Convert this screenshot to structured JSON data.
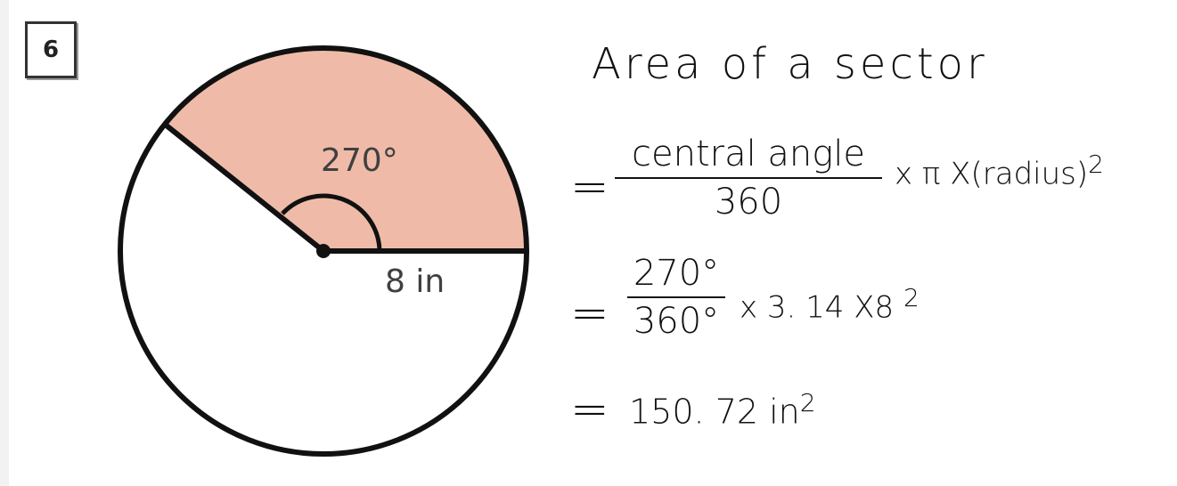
{
  "problem": {
    "number": "6"
  },
  "figure": {
    "angle_label": "270°",
    "radius_label": "8 in",
    "sector_color": "#efbba8",
    "stroke_color": "#111111"
  },
  "solution": {
    "title": "Area of a sector",
    "line1": {
      "eq": "=",
      "numerator": "central angle",
      "denominator": "360",
      "rest": "x π X(radius)",
      "exponent": "2"
    },
    "line2": {
      "eq": "=",
      "numerator": "270°",
      "denominator": "360°",
      "rest": "x 3. 14  X8",
      "exponent": "2"
    },
    "line3": {
      "eq": "=",
      "value": "150. 72  in",
      "exponent": "2"
    }
  }
}
